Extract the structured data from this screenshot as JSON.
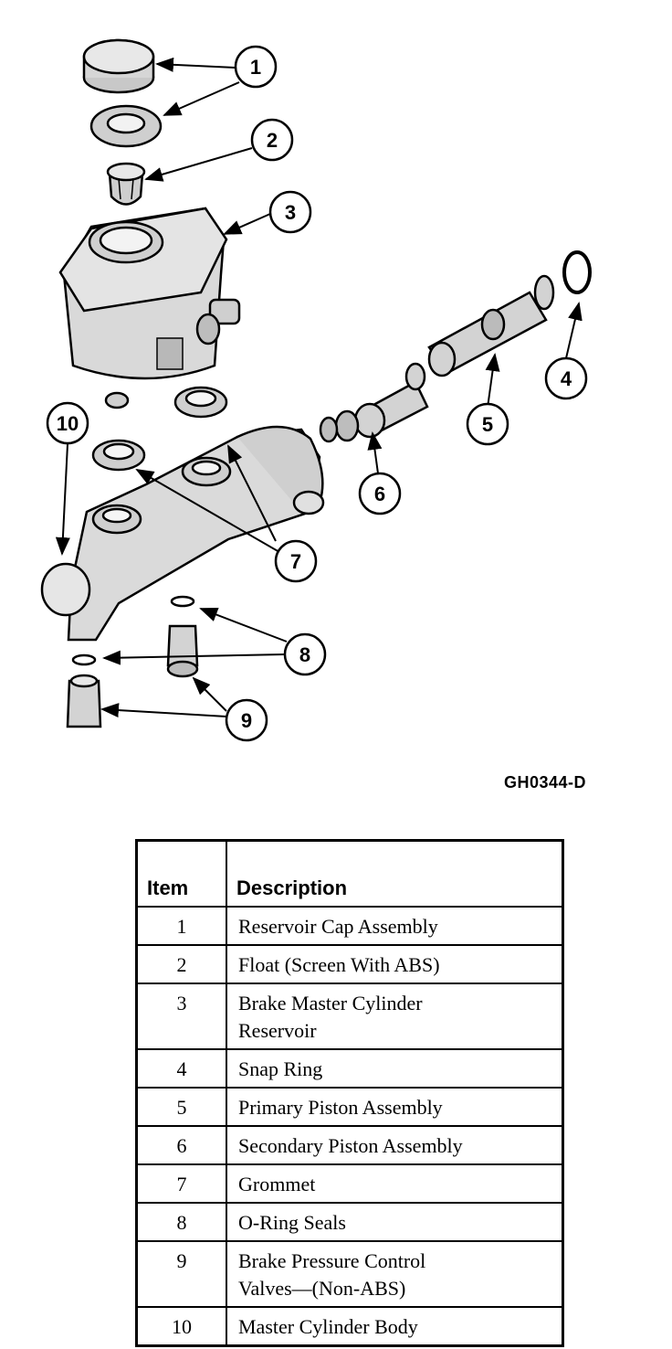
{
  "figure_code": "GH0344-D",
  "callouts": [
    "1",
    "2",
    "3",
    "4",
    "5",
    "6",
    "7",
    "8",
    "9",
    "10"
  ],
  "table": {
    "headers": {
      "item": "Item",
      "description": "Description"
    },
    "rows": [
      {
        "item": "1",
        "description": "Reservoir Cap Assembly"
      },
      {
        "item": "2",
        "description": "Float (Screen With ABS)"
      },
      {
        "item": "3",
        "description": "Brake Master Cylinder Reservoir"
      },
      {
        "item": "4",
        "description": "Snap Ring"
      },
      {
        "item": "5",
        "description": "Primary Piston Assembly"
      },
      {
        "item": "6",
        "description": "Secondary Piston Assembly"
      },
      {
        "item": "7",
        "description": "Grommet"
      },
      {
        "item": "8",
        "description": "O-Ring Seals"
      },
      {
        "item": "9",
        "description": "Brake Pressure Control Valves—(Non-ABS)"
      },
      {
        "item": "10",
        "description": "Master Cylinder Body"
      }
    ]
  }
}
